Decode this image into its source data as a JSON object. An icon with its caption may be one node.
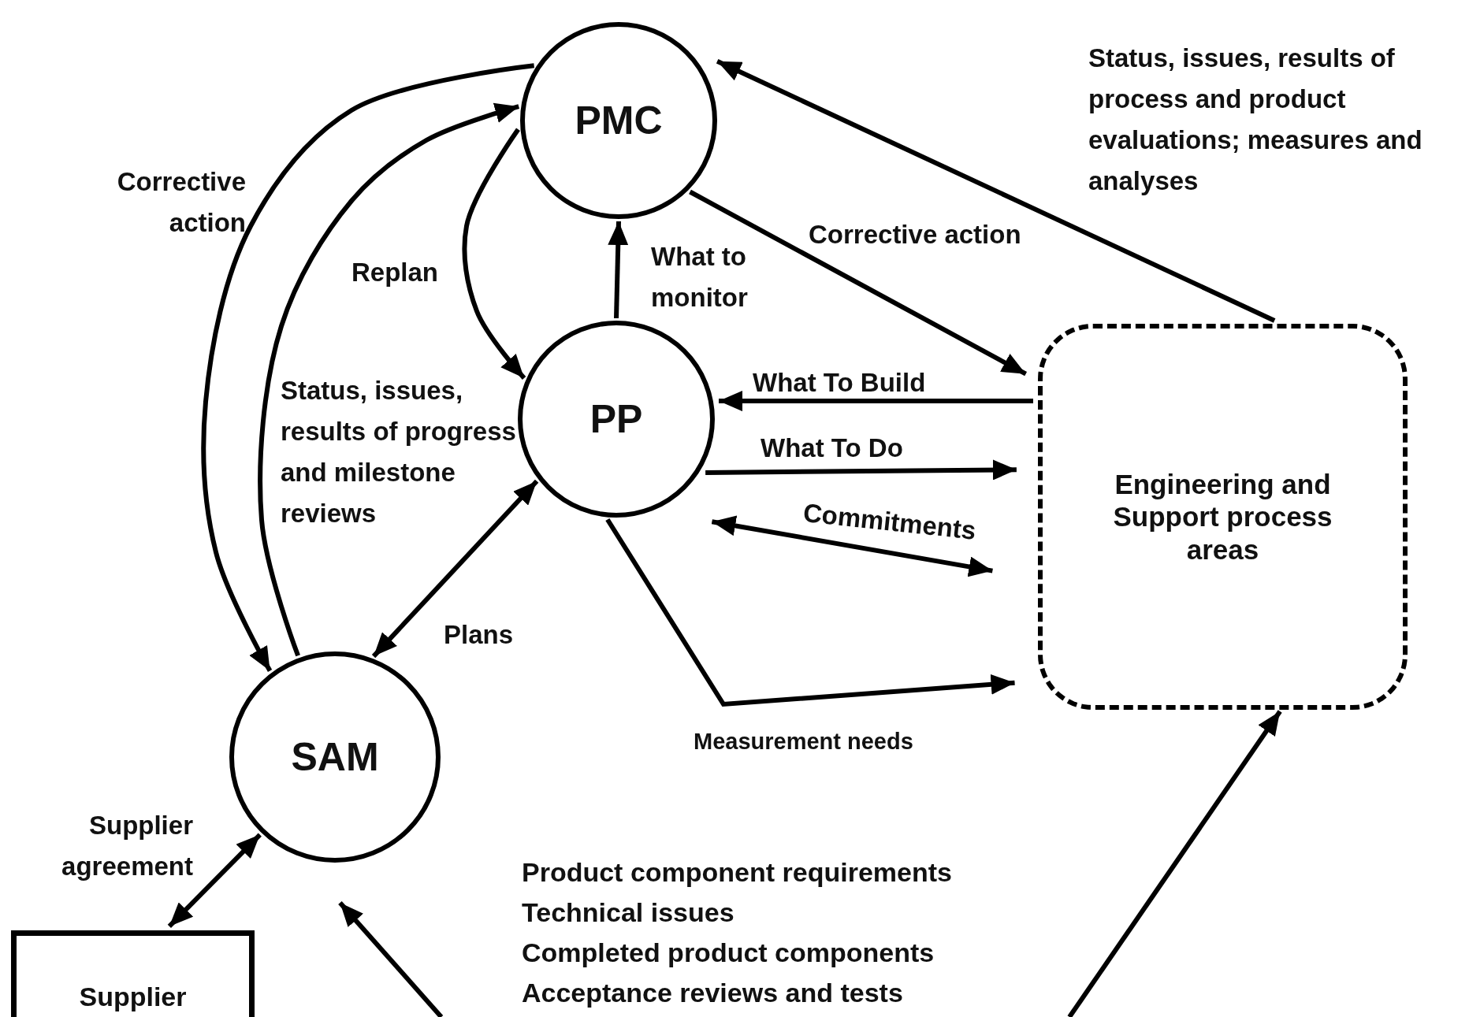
{
  "diagram": {
    "nodes": [
      {
        "text": [
          "PMC"
        ]
      },
      {
        "text": [
          "PP"
        ]
      },
      {
        "text": [
          "SAM"
        ]
      },
      {
        "text": [
          "Engineering and Support process areas"
        ]
      },
      {
        "text": [
          "Supplier"
        ]
      }
    ],
    "edges": [
      {
        "from": 0,
        "to": 2,
        "arrow": "to",
        "label": "Corrective action"
      },
      {
        "from": 2,
        "to": 0,
        "arrow": "to",
        "label": "Status, issues, results of progress and milestone reviews"
      },
      {
        "from": 0,
        "to": 1,
        "arrow": "to",
        "label": "Replan"
      },
      {
        "from": 1,
        "to": 0,
        "arrow": "to",
        "label": "What to monitor"
      },
      {
        "from": 0,
        "to": 3,
        "arrow": "to",
        "label": "Corrective action"
      },
      {
        "from": 3,
        "to": 0,
        "arrow": "to",
        "label": "Status, issues, results of process and product evaluations; measures and analyses"
      },
      {
        "from": 3,
        "to": 1,
        "arrow": "to",
        "label": "What To Build"
      },
      {
        "from": 1,
        "to": 3,
        "arrow": "to",
        "label": "What To Do"
      },
      {
        "from": 1,
        "to": 3,
        "arrow": "both",
        "label": "Commitments"
      },
      {
        "from": 1,
        "to": 3,
        "arrow": "to",
        "label": "Measurement needs"
      },
      {
        "from": 1,
        "to": 2,
        "arrow": "both",
        "label": "Plans"
      },
      {
        "from": 2,
        "to": 4,
        "arrow": "both",
        "label": "Supplier agreement"
      },
      {
        "from": null,
        "to": 2,
        "arrow": "to"
      },
      {
        "from": null,
        "to": 3,
        "arrow": "to"
      }
    ],
    "labels": [
      "Product component requirements",
      "Technical issues",
      "Completed product components",
      "Acceptance reviews and tests"
    ]
  }
}
